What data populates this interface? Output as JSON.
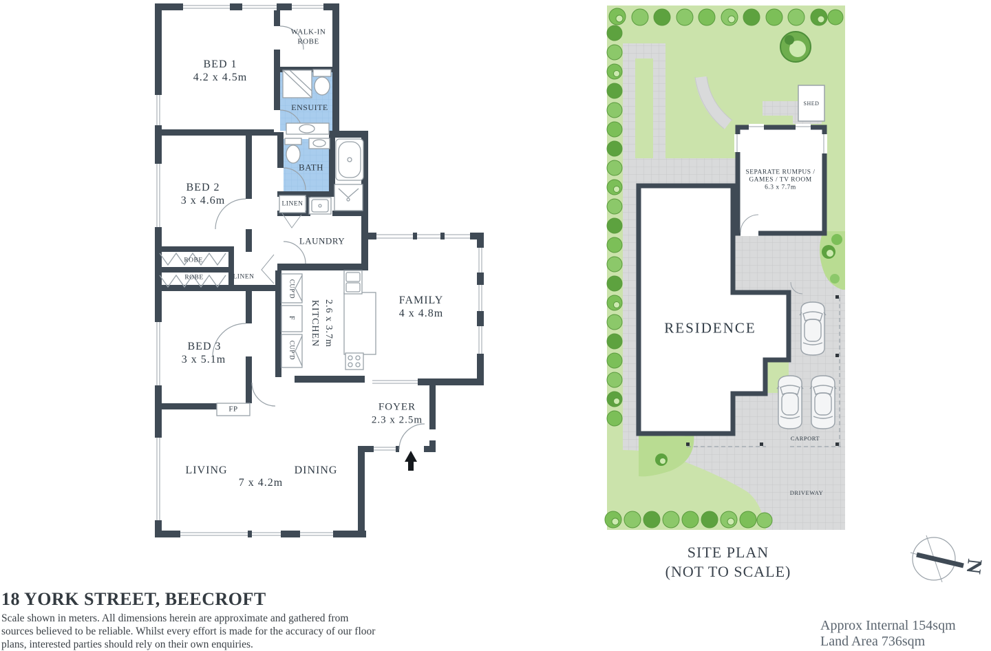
{
  "floorplan": {
    "bed1": {
      "name": "BED 1",
      "dims": "4.2 x 4.5m"
    },
    "walkin": {
      "line1": "WALK-IN",
      "line2": "ROBE"
    },
    "ensuite": {
      "name": "ENSUITE"
    },
    "bath": {
      "name": "BATH"
    },
    "linen_upper": {
      "name": "LINEN"
    },
    "laundry": {
      "name": "LAUNDRY"
    },
    "bed2": {
      "name": "BED 2",
      "dims": "3 x 4.6m"
    },
    "robe_bed2": {
      "name": "ROBE"
    },
    "robe_bed3": {
      "name": "ROBE"
    },
    "linen_hall": {
      "name": "LINEN"
    },
    "bed3": {
      "name": "BED 3",
      "dims": "3 x 5.1m"
    },
    "kitchen": {
      "name": "KITCHEN",
      "dims": "2.6 x 3.7m",
      "cupboard1": "CUP'D",
      "fridge": "F",
      "cupboard2": "CUP'D"
    },
    "family": {
      "name": "FAMILY",
      "dims": "4 x 4.8m"
    },
    "fireplace": {
      "name": "FP"
    },
    "foyer": {
      "name": "FOYER",
      "dims": "2.3 x 2.5m"
    },
    "living": {
      "name": "LIVING"
    },
    "dining": {
      "name": "DINING"
    },
    "living_dining_dims": "7 x 4.2m"
  },
  "siteplan": {
    "residence": "RESIDENCE",
    "rumpus": {
      "line1": "SEPARATE RUMPUS /",
      "line2": "GAMES / TV ROOM",
      "dims": "6.3 x 7.7m"
    },
    "shed": "SHED",
    "carport": "CARPORT",
    "driveway": "DRIVEWAY",
    "caption": {
      "line1": "SITE PLAN",
      "line2": "(NOT TO SCALE)"
    },
    "north": "N"
  },
  "footer": {
    "address": "18 YORK STREET, BEECROFT",
    "disclaimer": [
      "Scale shown in meters. All dimensions herein are approximate and gathered from",
      "sources believed to be  reliable. Whilst every effort is made for the accuracy of our floor",
      "plans, interested parties should rely on their own enquiries."
    ],
    "area_internal": "Approx Internal 154sqm",
    "area_land": "Land Area 736sqm"
  },
  "colors": {
    "wall": "#3f4a55",
    "wet_area": "#a9cdee",
    "lawn": "#cbe3ab",
    "paving": "#d9dadb",
    "accent_text": "#5a646e"
  }
}
